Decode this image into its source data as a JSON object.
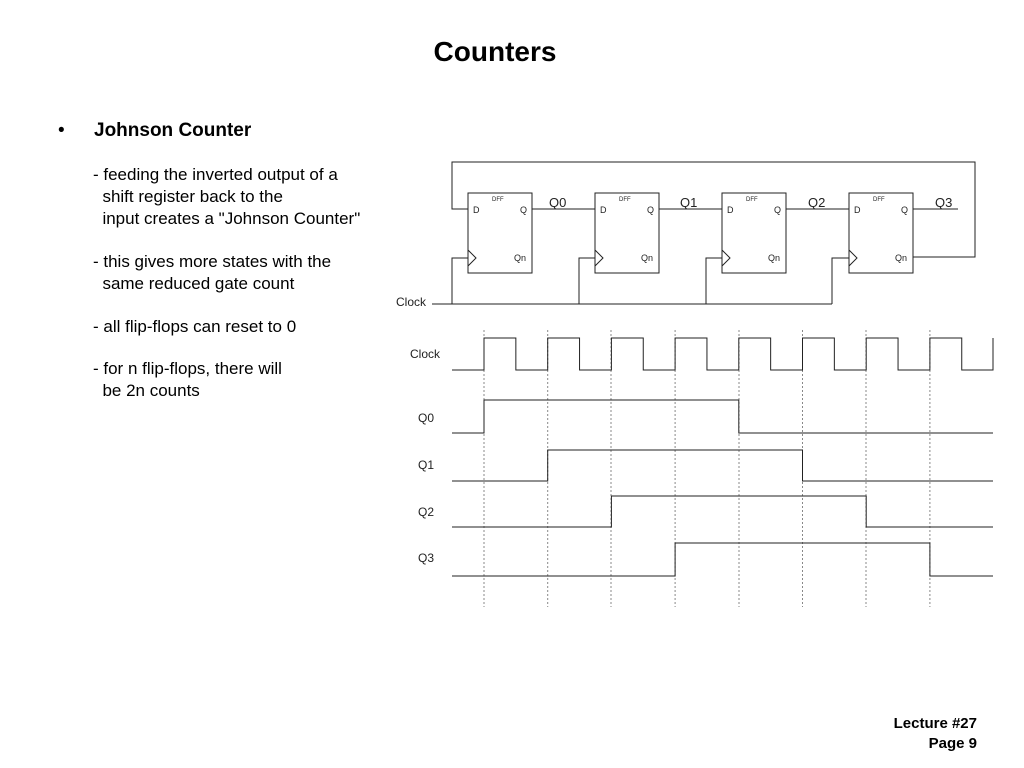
{
  "title": "Counters",
  "bullet": {
    "symbol": "•",
    "heading": "Johnson Counter",
    "paragraphs": [
      [
        "- feeding the inverted output of a",
        "  shift register back to the",
        "  input creates a \"Johnson Counter\""
      ],
      [
        "- this gives more states with the",
        "  same reduced gate count"
      ],
      [
        "- all flip-flops can reset to 0"
      ],
      [
        "- for n flip-flops, there will",
        "  be 2n counts"
      ]
    ]
  },
  "circuit": {
    "flipflop_type": "DFF",
    "pins": {
      "d": "D",
      "q": "Q",
      "qn": "Qn"
    },
    "outputs": [
      "Q0",
      "Q1",
      "Q2",
      "Q3"
    ],
    "clock_label": "Clock"
  },
  "timing": {
    "signals": [
      "Clock",
      "Q0",
      "Q1",
      "Q2",
      "Q3"
    ],
    "q_high_intervals_in_clock_cycles": [
      [
        0,
        4
      ],
      [
        1,
        5
      ],
      [
        2,
        6
      ],
      [
        3,
        7
      ]
    ]
  },
  "footer": {
    "lecture": "Lecture #27",
    "page": "Page 9"
  },
  "colors": {
    "line": "#222222",
    "grid": "#888888",
    "background": "#ffffff"
  }
}
